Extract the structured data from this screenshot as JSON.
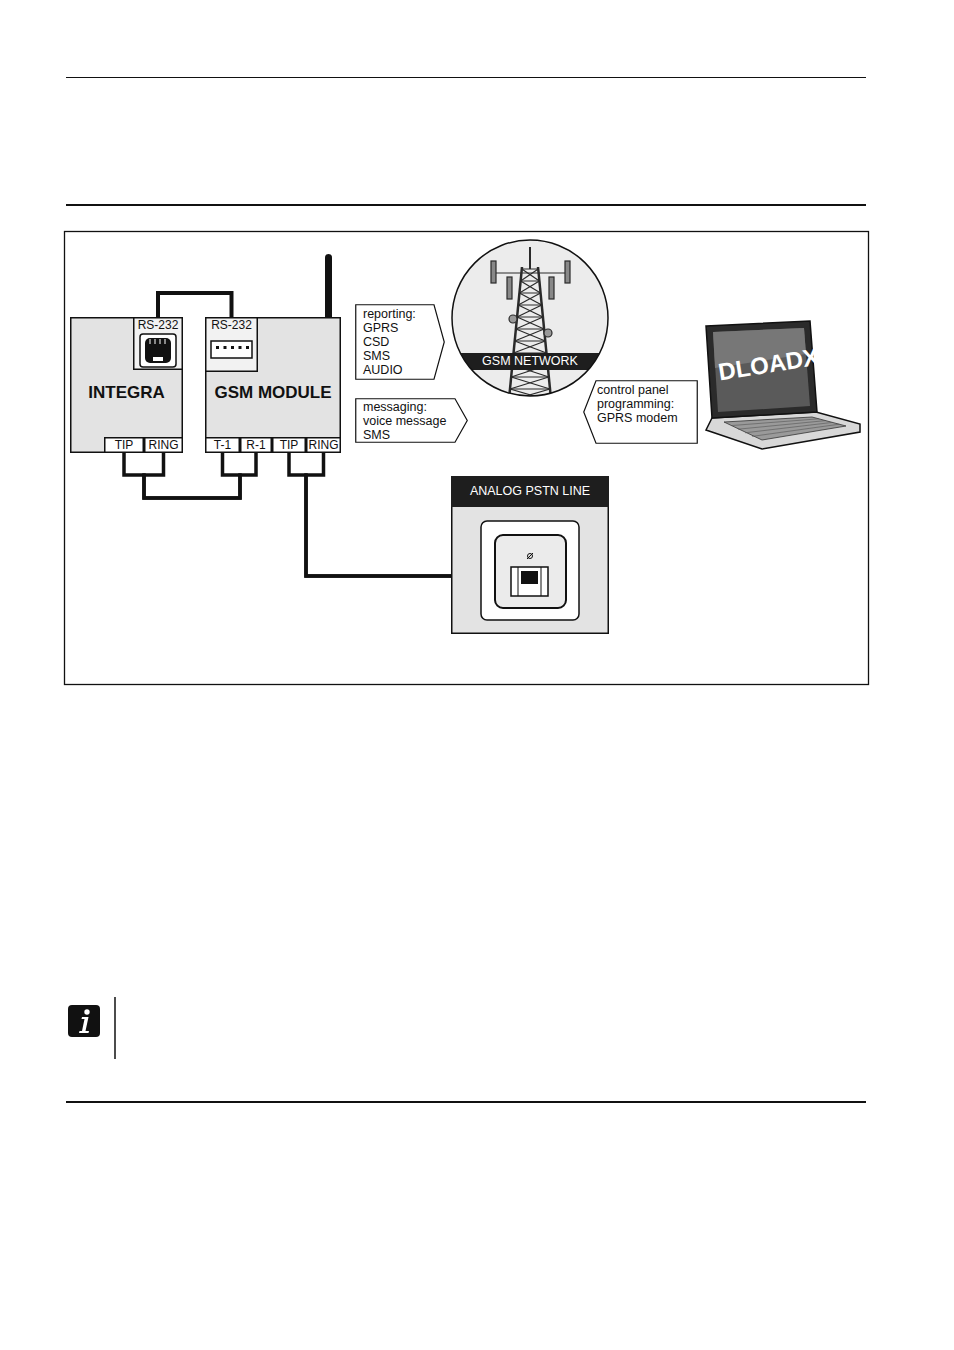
{
  "diagram": {
    "nodes": [
      {
        "text": [
          "INTEGRA"
        ]
      },
      {
        "text": [
          "RS-232"
        ],
        "in": 0
      },
      {
        "text": [
          "TIP"
        ],
        "in": 0
      },
      {
        "text": [
          "RING"
        ],
        "in": 0
      },
      {
        "text": [
          "GSM MODULE"
        ]
      },
      {
        "text": [
          "RS-232"
        ],
        "in": 4
      },
      {
        "text": [
          "T-1"
        ],
        "in": 4
      },
      {
        "text": [
          "R-1"
        ],
        "in": 4
      },
      {
        "text": [
          "TIP"
        ],
        "in": 4
      },
      {
        "text": [
          "RING"
        ],
        "in": 4
      },
      {
        "text": [
          "reporting: GPRS CSD SMS AUDIO"
        ]
      },
      {
        "text": [
          "messaging: voice message SMS"
        ]
      },
      {
        "text": [
          "GSM NETWORK"
        ]
      },
      {
        "text": [
          "control panel programming: GPRS modem"
        ]
      },
      {
        "text": [
          "DLOADX"
        ]
      },
      {
        "text": [
          "ANALOG PSTN LINE"
        ]
      }
    ],
    "edges": [
      {
        "from": 1,
        "to": 5,
        "arrow": "none"
      },
      {
        "from": 2,
        "to": 6,
        "arrow": "none"
      },
      {
        "from": 3,
        "to": 7,
        "arrow": "none"
      },
      {
        "from": 8,
        "to": 15,
        "arrow": "none"
      },
      {
        "from": 9,
        "to": 15,
        "arrow": "none"
      }
    ]
  }
}
